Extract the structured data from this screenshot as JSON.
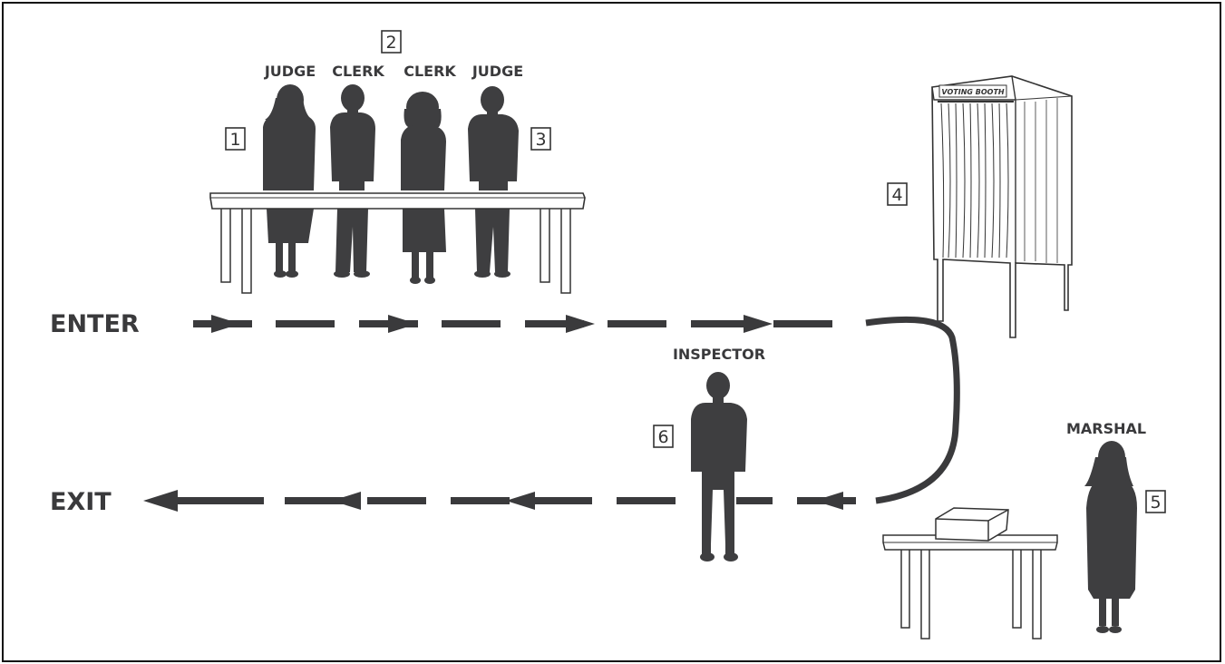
{
  "flow": {
    "enter_label": "ENTER",
    "exit_label": "EXIT"
  },
  "stations": {
    "judge_1": {
      "number": "1",
      "role": "JUDGE"
    },
    "clerks": {
      "number": "2",
      "roles": [
        "CLERK",
        "CLERK"
      ]
    },
    "judge_3": {
      "number": "3",
      "role": "JUDGE"
    },
    "booth": {
      "number": "4",
      "sign": "VOTING BOOTH"
    },
    "marshal": {
      "number": "5",
      "role": "MARSHAL"
    },
    "inspector": {
      "number": "6",
      "role": "INSPECTOR"
    }
  },
  "colors": {
    "silhouette": "#3e3e40",
    "line": "#3a3a3c",
    "outline": "#333333"
  }
}
